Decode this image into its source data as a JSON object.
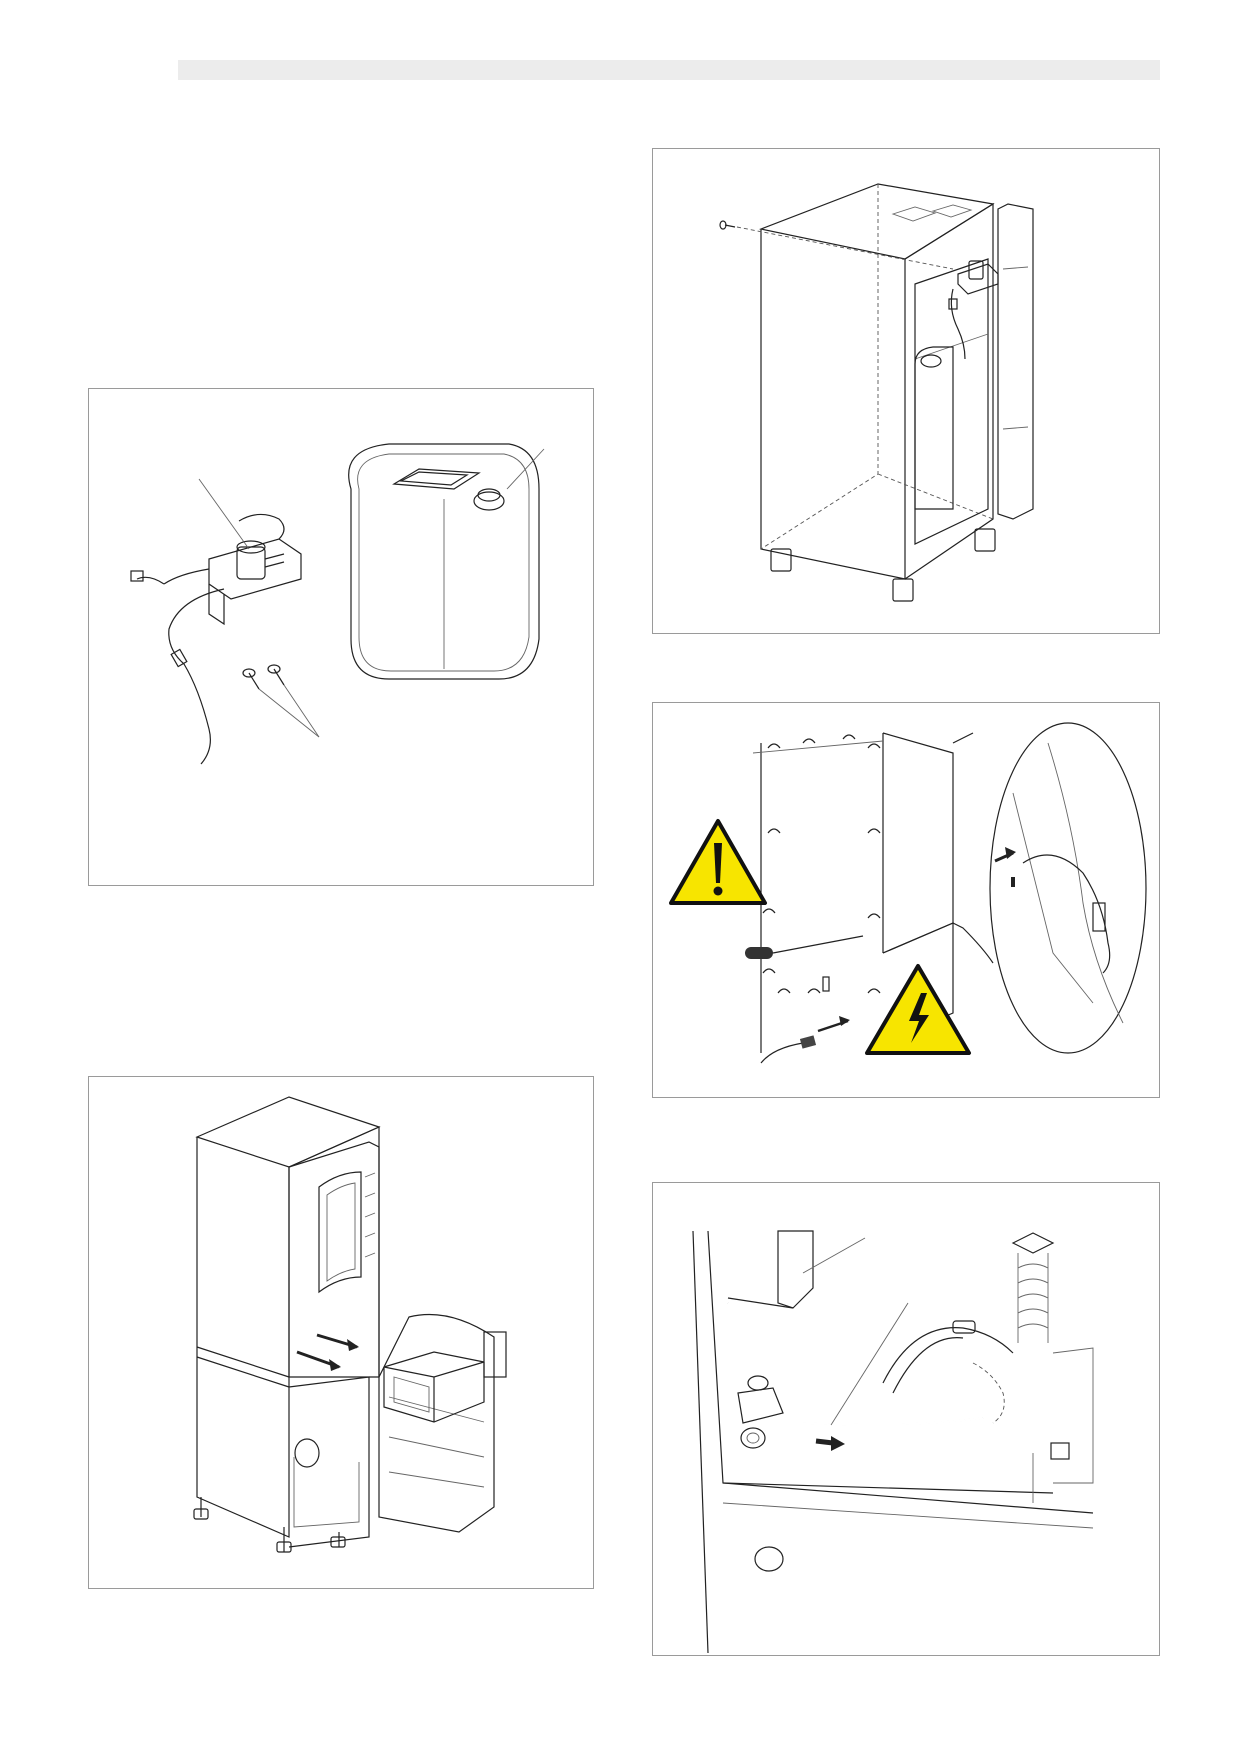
{
  "page": {
    "header_bar_color": "#ececec"
  },
  "figures": [
    {
      "id": "fig-parts-kit",
      "content": [
        "solenoid-valve-icon",
        "water-canister-icon",
        "screws-icon",
        "leader-lines"
      ]
    },
    {
      "id": "fig-open-machine",
      "content": [
        "vending-machine-icon",
        "drawer-icon",
        "arrow-icon"
      ]
    },
    {
      "id": "fig-cabinet-valve-mount",
      "content": [
        "cabinet-icon",
        "solenoid-valve-icon",
        "screw-icon"
      ]
    },
    {
      "id": "fig-remove-back-panel",
      "content": [
        "warning-icon",
        "electrical-hazard-icon",
        "screwdriver-icon",
        "detail-magnifier"
      ]
    },
    {
      "id": "fig-route-hose",
      "content": [
        "hose-icon",
        "arrow-icon",
        "leader-lines"
      ]
    }
  ],
  "colors": {
    "warning_yellow": "#f7e500",
    "outline": "#222222",
    "panel_border": "#9a9a9a"
  }
}
